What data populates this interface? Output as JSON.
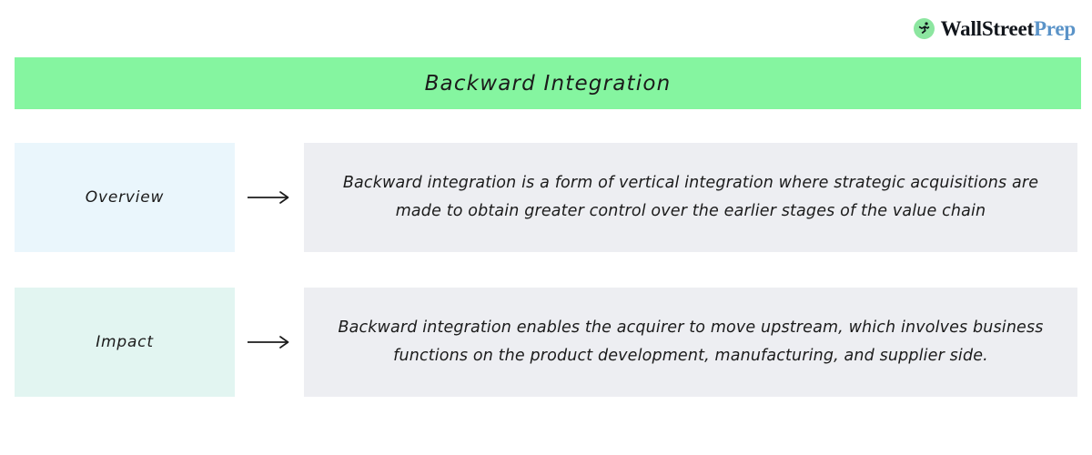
{
  "logo": {
    "icon": "wsp-runner-icon",
    "word_one": "Wall",
    "word_two": "Street",
    "word_three": "Prep",
    "mark_color": "#8CE6A0",
    "text_color": "#12161c",
    "accent_color": "#5a93c8"
  },
  "banner": {
    "title": "Backward Integration",
    "background": "#85F5A0",
    "text_color": "#1b1b1b"
  },
  "rows": [
    {
      "label": "Overview",
      "label_background": "#EAF6FC",
      "arrow": "long-right-arrow-icon",
      "body": "Backward integration is a form of vertical integration where strategic acquisitions are made to obtain greater control over the earlier stages of the value chain",
      "body_background": "#EDEEF2"
    },
    {
      "label": "Impact",
      "label_background": "#E2F5F1",
      "arrow": "long-right-arrow-icon",
      "body": "Backward integration enables the acquirer to move upstream, which involves business functions on the product development, manufacturing, and supplier side.",
      "body_background": "#EDEEF2"
    }
  ]
}
